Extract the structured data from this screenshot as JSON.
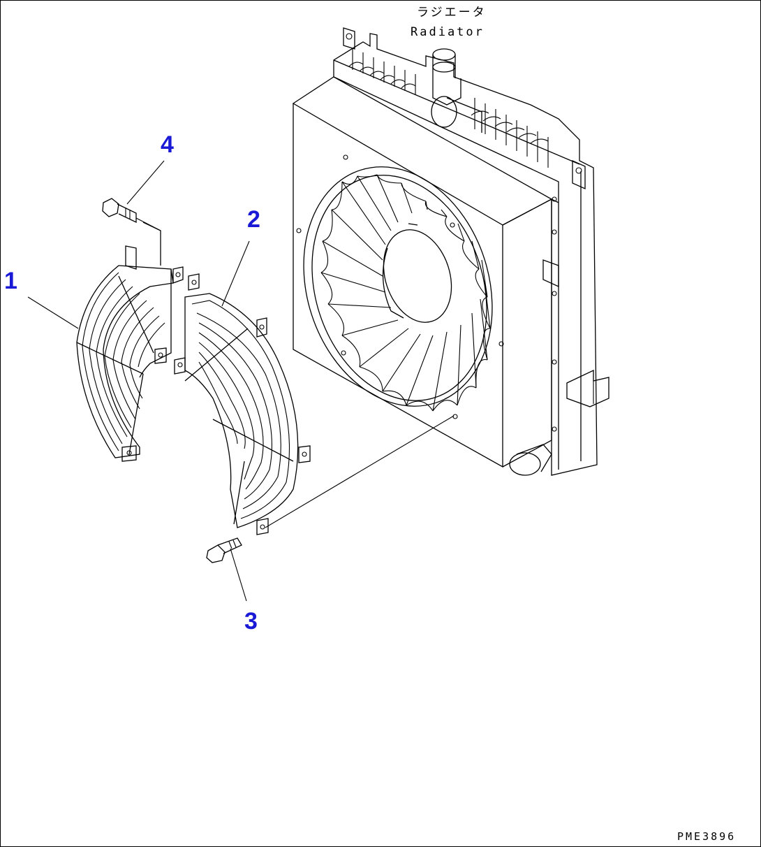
{
  "diagram": {
    "label_jp": "ラジエータ",
    "label_en": "Radiator",
    "callouts": [
      "1",
      "2",
      "3",
      "4"
    ],
    "drawing_code": "PME3896"
  },
  "colors": {
    "callout": "#1a1ad6",
    "line": "#000000",
    "background": "#ffffff"
  }
}
